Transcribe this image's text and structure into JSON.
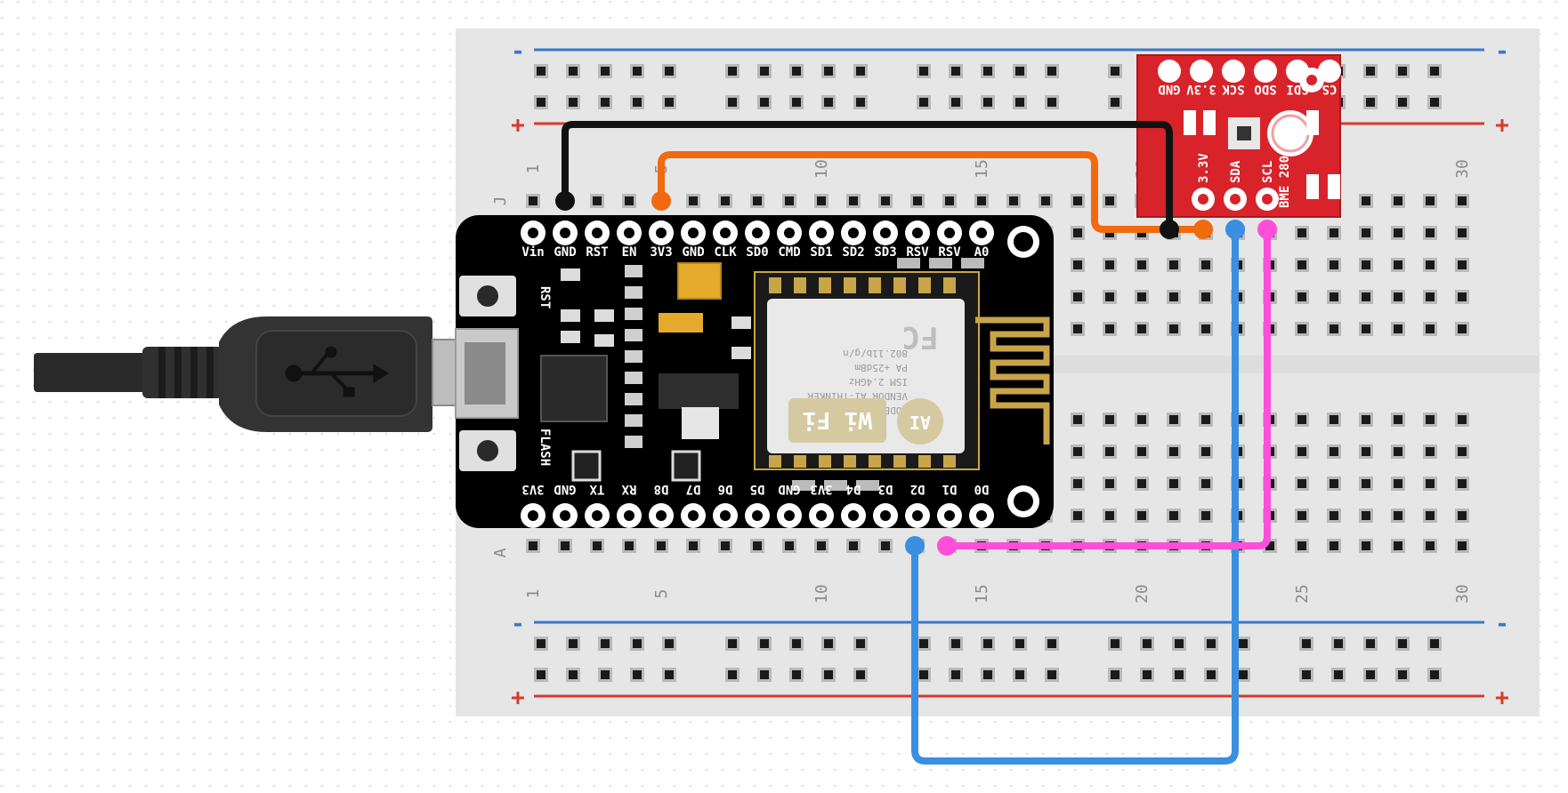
{
  "breadboard": {
    "row_top": "J",
    "row_bottom": "A",
    "column_numbers": [
      "1",
      "5",
      "10",
      "15",
      "20",
      "25",
      "30"
    ],
    "rail_plus": "+",
    "rail_minus": "-",
    "rail_colors": {
      "plus": "#d63a2a",
      "minus": "#3a78c8"
    }
  },
  "nodemcu": {
    "top_pins": [
      "Vin",
      "GND",
      "RST",
      "EN",
      "3V3",
      "GND",
      "CLK",
      "SD0",
      "CMD",
      "SD1",
      "SD2",
      "SD3",
      "RSV",
      "RSV",
      "A0"
    ],
    "bottom_pins": [
      "3V3",
      "GND",
      "TX",
      "RX",
      "D8",
      "D7",
      "D6",
      "D5",
      "GND",
      "3V3",
      "D4",
      "D3",
      "D2",
      "D1",
      "D0"
    ],
    "button_rst": "RST",
    "button_flash": "FLASH",
    "module_lines": [
      "MODEL   ESP8266MOD",
      "VENDOR  AI-THINKER",
      "ISM 2.4GHz",
      "PA  +25dBm",
      "802.11b/g/n"
    ],
    "wifi_text": "Wi Fi",
    "fc_text": "FC",
    "ai_text": "AI"
  },
  "bme280": {
    "top_pins": [
      "GND",
      "3.3V",
      "SCK",
      "SDO",
      "SDI",
      "CS"
    ],
    "bottom_pins": [
      "3.3V",
      "SDA",
      "SCL"
    ],
    "name": "BME 280",
    "board_color": "#d8232a"
  },
  "wires": [
    {
      "name": "ground",
      "color": "#111111"
    },
    {
      "name": "power",
      "color": "#f06a0f"
    },
    {
      "name": "sda",
      "color": "#3b8fe0"
    },
    {
      "name": "scl",
      "color": "#ff4fd8"
    }
  ]
}
